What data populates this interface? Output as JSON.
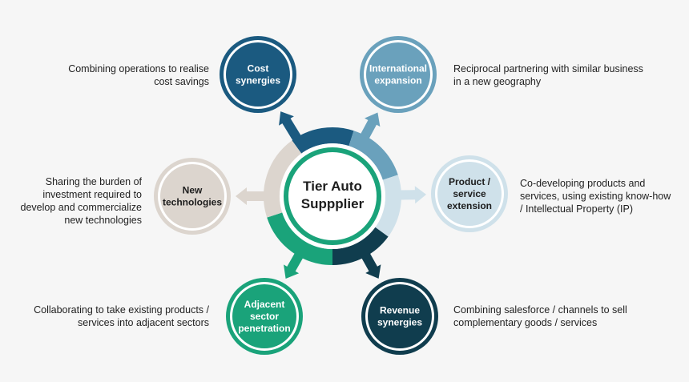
{
  "center": {
    "lines": [
      "Tier Auto",
      "Suppplier"
    ]
  },
  "nodes": [
    {
      "id": "cost-synergies",
      "lines": [
        "Cost",
        "synergies"
      ],
      "color": "#1b5a80",
      "text_color": "#ffffff",
      "description": [
        "Combining operations to realise",
        "cost savings"
      ]
    },
    {
      "id": "international-expansion",
      "lines": [
        "International",
        "expansion"
      ],
      "color": "#6aa1bc",
      "text_color": "#ffffff",
      "description": [
        "Reciprocal partnering with similar business",
        "in a new geography"
      ]
    },
    {
      "id": "product-service-extension",
      "lines": [
        "Product /",
        "service",
        "extension"
      ],
      "color": "#cfe1ea",
      "text_color": "#1d1d1d",
      "description": [
        "Co-developing products and",
        "services, using existing know-how",
        "/ Intellectual Property (IP)"
      ]
    },
    {
      "id": "revenue-synergies",
      "lines": [
        "Revenue",
        "synergies"
      ],
      "color": "#103d4e",
      "text_color": "#ffffff",
      "description": [
        "Combining salesforce / channels to sell",
        "complementary goods / services"
      ]
    },
    {
      "id": "adjacent-sector-penetration",
      "lines": [
        "Adjacent",
        "sector",
        "penetration"
      ],
      "color": "#1aa37a",
      "text_color": "#ffffff",
      "description": [
        "Collaborating to take existing products /",
        "services into adjacent sectors"
      ]
    },
    {
      "id": "new-technologies",
      "lines": [
        "New",
        "technologies"
      ],
      "color": "#dcd5ce",
      "text_color": "#1d1d1d",
      "description": [
        "Sharing the burden of",
        "investment required to",
        "develop and commercialize",
        "new technologies"
      ]
    }
  ],
  "colors": {
    "background": "#f6f6f6",
    "center_ring": "#1aa37a"
  }
}
